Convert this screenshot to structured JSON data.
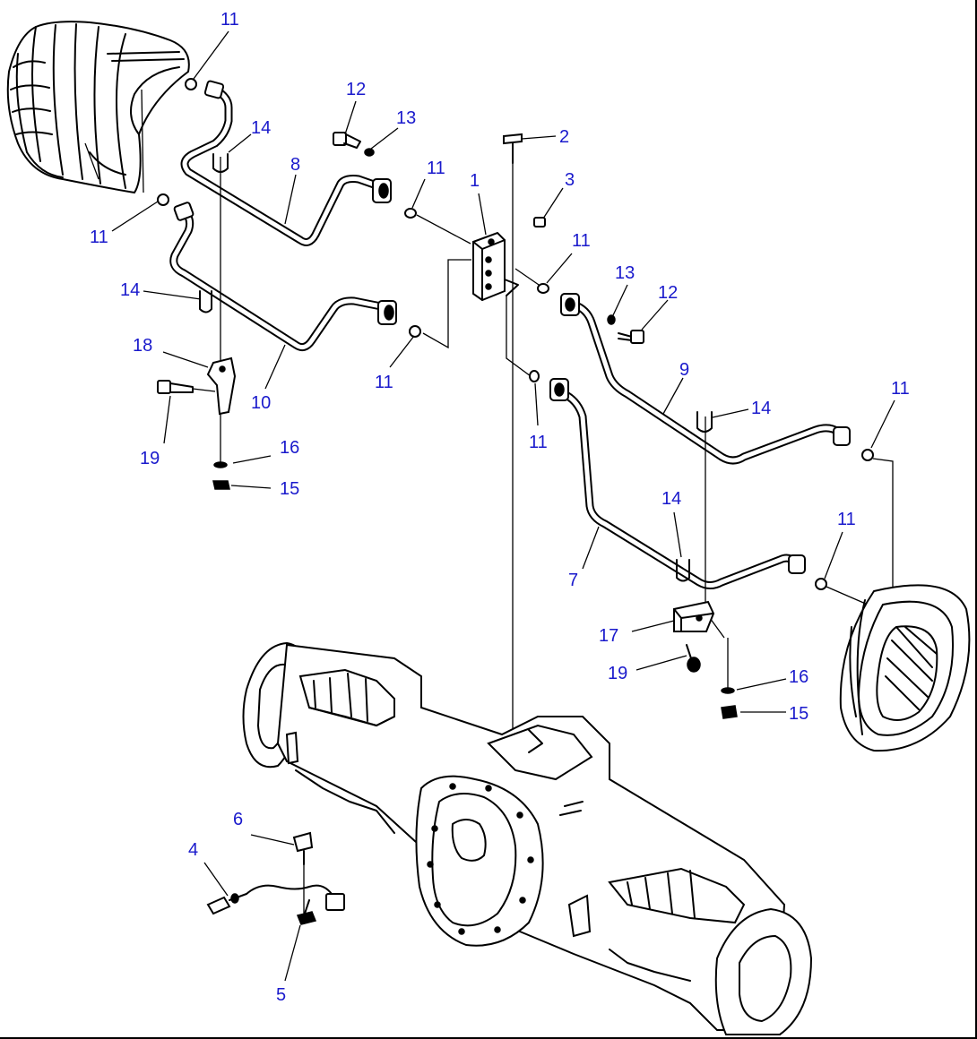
{
  "diagram": {
    "accent_color": "#1a1acc",
    "line_color": "#000000",
    "callouts": [
      {
        "id": "c1",
        "label": "1"
      },
      {
        "id": "c2",
        "label": "2"
      },
      {
        "id": "c3",
        "label": "3"
      },
      {
        "id": "c4",
        "label": "4"
      },
      {
        "id": "c5",
        "label": "5"
      },
      {
        "id": "c6",
        "label": "6"
      },
      {
        "id": "c7",
        "label": "7"
      },
      {
        "id": "c8",
        "label": "8"
      },
      {
        "id": "c9",
        "label": "9"
      },
      {
        "id": "c10",
        "label": "10"
      },
      {
        "id": "c11a",
        "label": "11"
      },
      {
        "id": "c11b",
        "label": "11"
      },
      {
        "id": "c11c",
        "label": "11"
      },
      {
        "id": "c11d",
        "label": "11"
      },
      {
        "id": "c11e",
        "label": "11"
      },
      {
        "id": "c11f",
        "label": "11"
      },
      {
        "id": "c11g",
        "label": "11"
      },
      {
        "id": "c11h",
        "label": "11"
      },
      {
        "id": "c12a",
        "label": "12"
      },
      {
        "id": "c12b",
        "label": "12"
      },
      {
        "id": "c13a",
        "label": "13"
      },
      {
        "id": "c13b",
        "label": "13"
      },
      {
        "id": "c14a",
        "label": "14"
      },
      {
        "id": "c14b",
        "label": "14"
      },
      {
        "id": "c14c",
        "label": "14"
      },
      {
        "id": "c14d",
        "label": "14"
      },
      {
        "id": "c15a",
        "label": "15"
      },
      {
        "id": "c15b",
        "label": "15"
      },
      {
        "id": "c16a",
        "label": "16"
      },
      {
        "id": "c16b",
        "label": "16"
      },
      {
        "id": "c17",
        "label": "17"
      },
      {
        "id": "c18",
        "label": "18"
      },
      {
        "id": "c19a",
        "label": "19"
      },
      {
        "id": "c19b",
        "label": "19"
      }
    ]
  }
}
